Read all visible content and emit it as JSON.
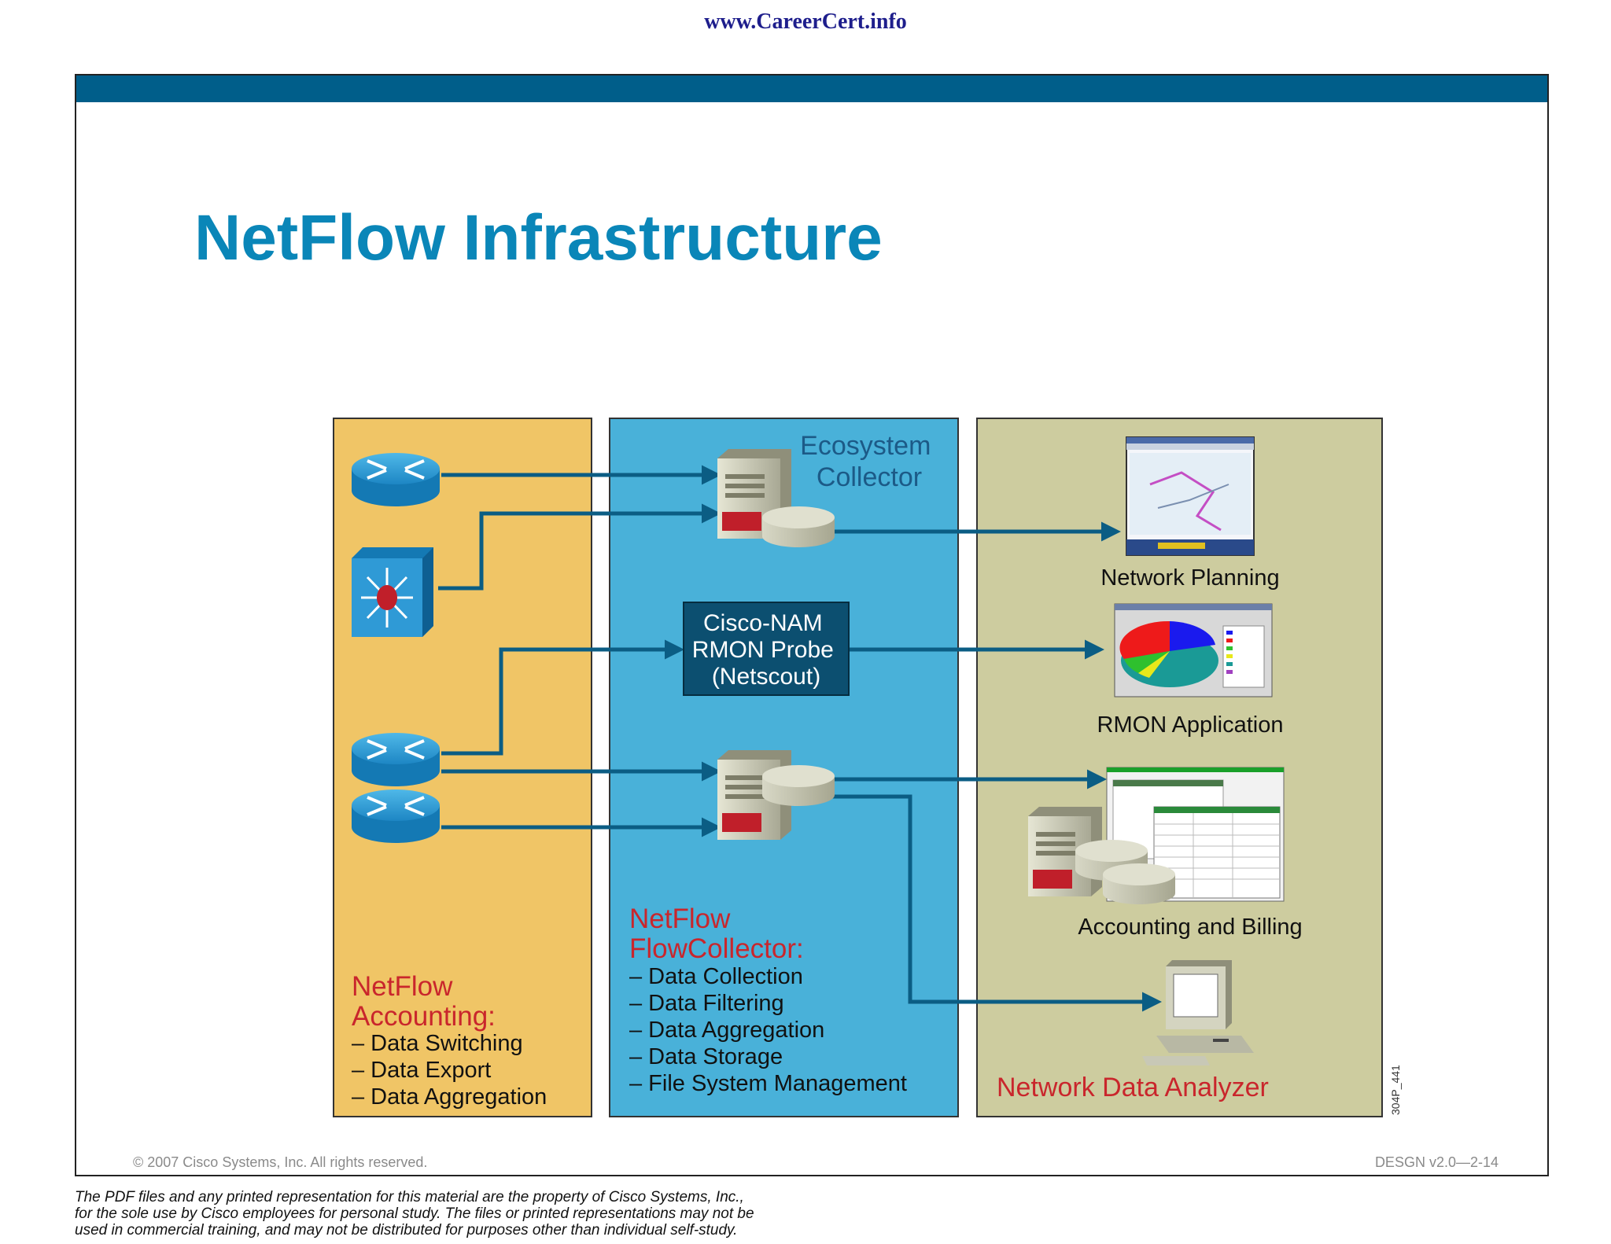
{
  "header": {
    "url": "www.CareerCert.info"
  },
  "slide": {
    "title": "NetFlow Infrastructure",
    "copyright": "© 2007 Cisco Systems, Inc. All rights reserved.",
    "course_code": "DESGN v2.0—2-14"
  },
  "diagram": {
    "panels": {
      "accounting": {
        "heading_lines": [
          "NetFlow",
          "Accounting:"
        ],
        "items": [
          "– Data Switching",
          "– Data Export",
          "– Data Aggregation"
        ]
      },
      "collector": {
        "ecosystem_lines": [
          "Ecosystem",
          "Collector"
        ],
        "probe_lines": [
          "Cisco-NAM",
          "RMON Probe",
          "(Netscout)"
        ],
        "heading_lines": [
          "NetFlow",
          "FlowCollector:"
        ],
        "items": [
          "– Data Collection",
          "– Data Filtering",
          "– Data Aggregation",
          "– Data Storage",
          "– File System Management"
        ]
      },
      "analyzer": {
        "apps": [
          "Network Planning",
          "RMON Application",
          "Accounting and Billing"
        ],
        "heading": "Network Data Analyzer",
        "figure_id": "304P_441"
      }
    },
    "colors": {
      "accounting_panel": "#f0c566",
      "collector_panel": "#49b1d9",
      "analyzer_panel": "#cdcc9f",
      "arrow": "#0b5d84",
      "heading_red": "#c9262c",
      "ecosystem_blue": "#1c5a87",
      "probe_box": "#0c4f70"
    }
  },
  "disclaimer": [
    "The PDF files and any printed representation for this material are the property of Cisco Systems, Inc.,",
    "for the sole use by Cisco employees for personal study. The files or printed representations may not be",
    "used in commercial training, and may not be distributed for purposes other than individual self-study."
  ]
}
